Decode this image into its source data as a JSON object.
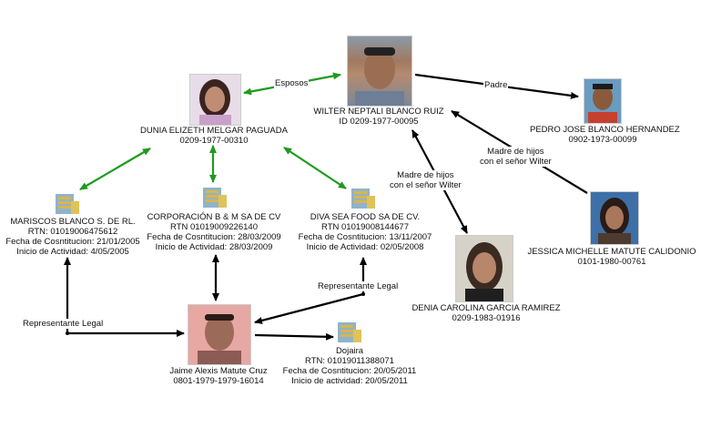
{
  "people": {
    "wilter": {
      "name": "WILTER NEPTALI BLANCO RUIZ",
      "id": "ID 0209-1977-00095"
    },
    "dunia": {
      "name": "DUNIA ELIZETH MELGAR PAGUADA",
      "id": "0209-1977-00310"
    },
    "pedro": {
      "name": "PEDRO JOSE BLANCO HERNANDEZ",
      "id": "0902-1973-00099"
    },
    "jessica": {
      "name": "JESSICA MICHELLE MATUTE CALIDONIO",
      "id": "0101-1980-00761"
    },
    "denia": {
      "name": "DENIA CAROLINA GARCIA RAMIREZ",
      "id": "0209-1983-01916"
    },
    "jaime": {
      "name": "Jaime Alexis Matute Cruz",
      "id": "0801-1979-1979-16014"
    }
  },
  "companies": {
    "mariscos": {
      "name": "MARISCOS BLANCO S. DE RL.",
      "rtn": "RTN: 01019006475612",
      "constitucion": "Fecha de Cosntitucion: 21/01/2005",
      "inicio": "Inicio de Actividad:  4/05/2005"
    },
    "corporacion": {
      "name": "CORPORACIÓN B & M SA DE CV",
      "rtn": "RTN 01019009226140",
      "constitucion": "Fecha de Cosntitucion: 28/03/2009",
      "inicio": "Inicio de Actividad: 28/03/2009"
    },
    "diva": {
      "name": "DIVA SEA FOOD SA DE CV.",
      "rtn": "RTN 01019008144677",
      "constitucion": "Fecha de Cosntitucion: 13/11/2007",
      "inicio": "Inicio de Actividad: 02/05/2008"
    },
    "dojaira": {
      "name": "Dojaira",
      "rtn": "RTN: 01019011388071",
      "constitucion": "Fecha de Cosntitucion: 20/05/2011",
      "inicio": "Inicio de actividad: 20/05/2011"
    }
  },
  "edge_labels": {
    "esposos": "Esposos",
    "padre": "Padre",
    "madre_denia_1": "Madre de hijos",
    "madre_denia_2": "con el señor Wilter",
    "madre_jessica_1": "Madre de hijos",
    "madre_jessica_2": "con el señor Wilter",
    "rep_legal_left": "Representante Legal",
    "rep_legal_right": "Representante Legal"
  },
  "colors": {
    "green_edge": "#1f9a1f",
    "black_edge": "#000000"
  }
}
